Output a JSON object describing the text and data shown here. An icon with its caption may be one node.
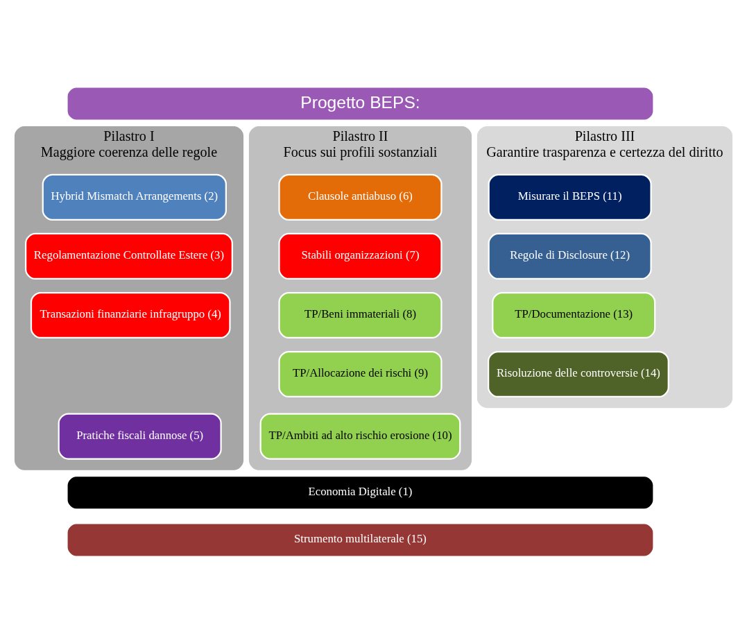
{
  "diagram": {
    "nodes": [
      {
        "text": [
          "Progetto BEPS:"
        ]
      },
      {
        "text": [
          "Pilastro I",
          "Maggiore coerenza delle regole"
        ]
      },
      {
        "text": [
          "Hybrid Mismatch Arrangements (2)"
        ],
        "in": 1
      },
      {
        "text": [
          "Regolamentazione Controllate Estere (3)"
        ],
        "in": 1
      },
      {
        "text": [
          "Transazioni finanziarie infragruppo (4)"
        ],
        "in": 1
      },
      {
        "text": [
          "Pratiche fiscali dannose (5)"
        ],
        "in": 1
      },
      {
        "text": [
          "Pilastro II",
          "Focus sui profili sostanziali"
        ]
      },
      {
        "text": [
          "Clausole antiabuso (6)"
        ],
        "in": 6
      },
      {
        "text": [
          "Stabili organizzazioni (7)"
        ],
        "in": 6
      },
      {
        "text": [
          "TP/Beni immateriali (8)"
        ],
        "in": 6
      },
      {
        "text": [
          "TP/Allocazione dei rischi (9)"
        ],
        "in": 6
      },
      {
        "text": [
          "TP/Ambiti ad alto rischio erosione (10)"
        ],
        "in": 6
      },
      {
        "text": [
          "Pilastro III",
          "Garantire trasparenza e certezza del diritto"
        ]
      },
      {
        "text": [
          "Misurare il BEPS (11)"
        ],
        "in": 12
      },
      {
        "text": [
          "Regole di Disclosure (12)"
        ],
        "in": 12
      },
      {
        "text": [
          "TP/Documentazione (13)"
        ],
        "in": 12
      },
      {
        "text": [
          "Risoluzione delle controversie (14)"
        ],
        "in": 12
      },
      {
        "text": [
          "Economia Digitale (1)"
        ]
      },
      {
        "text": [
          "Strumento multilaterale (15)"
        ]
      }
    ]
  }
}
